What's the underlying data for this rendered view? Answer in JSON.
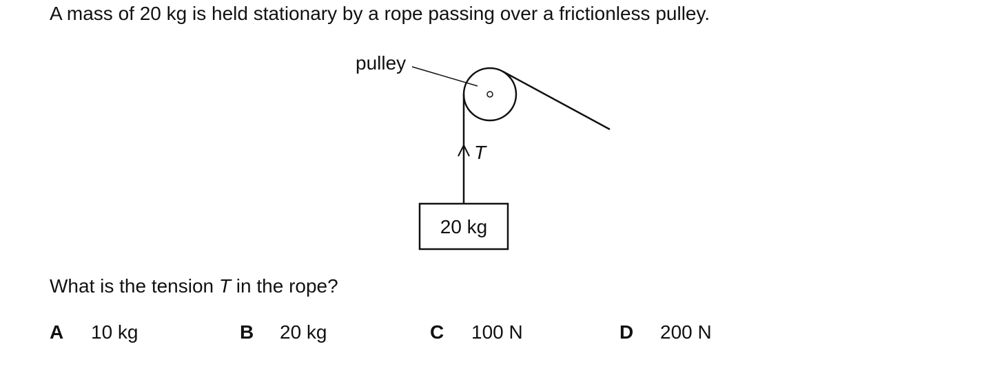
{
  "question": {
    "text": "A mass of 20 kg is held stationary by a rope passing over a frictionless pulley."
  },
  "diagram": {
    "pulley_label": "pulley",
    "tension_label": "T",
    "mass_label": "20 kg"
  },
  "prompt": {
    "before": "What is the tension ",
    "variable": "T",
    "after": " in the rope?"
  },
  "options": [
    {
      "letter": "A",
      "answer": "10 kg"
    },
    {
      "letter": "B",
      "answer": "20 kg"
    },
    {
      "letter": "C",
      "answer": "100 N"
    },
    {
      "letter": "D",
      "answer": "200 N"
    }
  ]
}
